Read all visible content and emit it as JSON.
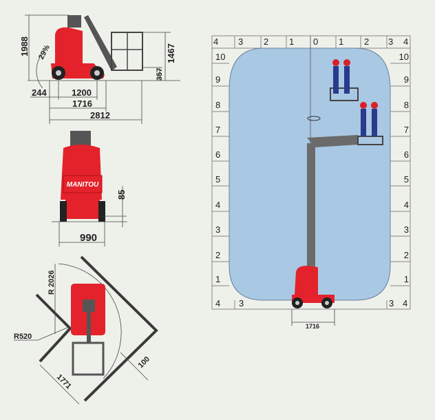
{
  "side_view": {
    "dims": {
      "height_total": "1988",
      "angle": "29%",
      "front_overhang": "244",
      "wheelbase": "1200",
      "length": "1716",
      "length_total": "2812",
      "platform_height": "1467",
      "platform_floor": "357"
    }
  },
  "front_view": {
    "brand": "MANITOU",
    "dims": {
      "ground_clearance": "85",
      "width": "990"
    }
  },
  "top_view": {
    "dims": {
      "outer_radius": "R 2026",
      "inner_radius": "R520",
      "aisle_width": "1771",
      "clearance": "100"
    }
  },
  "reach_diagram": {
    "top_labels": [
      "4",
      "3",
      "2",
      "1",
      "0",
      "1",
      "2",
      "3",
      "4"
    ],
    "left_labels": [
      "10",
      "9",
      "8",
      "7",
      "6",
      "5",
      "4",
      "3",
      "2",
      "1"
    ],
    "right_labels": [
      "10",
      "9",
      "8",
      "7",
      "6",
      "5",
      "4",
      "3",
      "2",
      "1"
    ],
    "bottom_left_labels": [
      "4",
      "3"
    ],
    "bottom_right_labels": [
      "3",
      "4"
    ],
    "base_width": "1716"
  },
  "colors": {
    "machine_red": "#e4222b",
    "envelope_blue": "#a9c8e3",
    "worker_blue": "#2a3a8c",
    "helmet_red": "#d8202a"
  }
}
